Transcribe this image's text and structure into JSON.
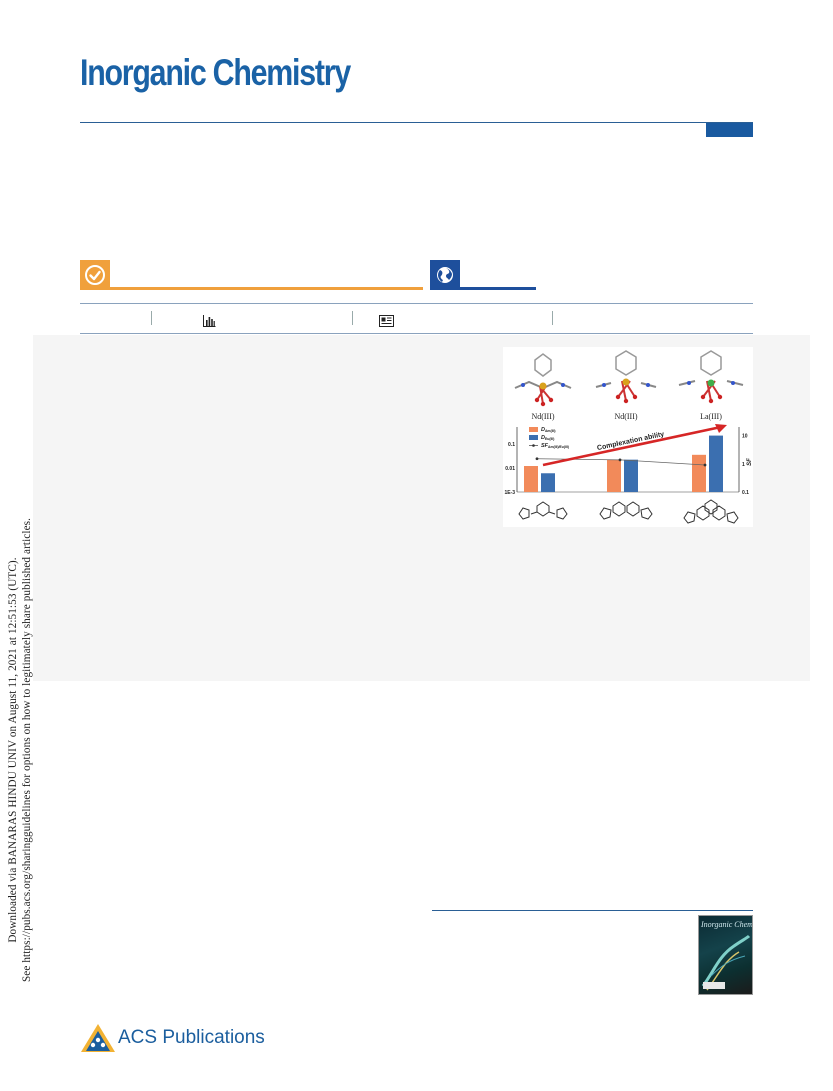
{
  "journal": {
    "title": "Inorganic Chemistry"
  },
  "side_note": {
    "line1": "Downloaded via BANARAS HINDU UNIV on August 11, 2021 at 12:51:53 (UTC).",
    "line2": "See https://pubs.acs.org/sharingguidelines for options on how to legitimately share published articles."
  },
  "icons": {
    "open_access": "checkmark-icon",
    "global": "globe-icon",
    "metrics": "bar-chart-icon",
    "article": "article-icon"
  },
  "colors": {
    "brand_blue": "#1a62a6",
    "accent_orange": "#f0a03c",
    "accent_blue": "#1e4f9c"
  },
  "toc_graphic": {
    "complex_labels": [
      "Nd(III)",
      "Nd(III)",
      "La(III)"
    ],
    "arrow_label": "Complexation ability",
    "right_axis_label": "SF",
    "left_ticks": [
      "0.1",
      "0.01",
      "1E-3"
    ],
    "right_ticks": [
      "10",
      "1",
      "0.1"
    ],
    "legend": [
      {
        "symbol": "D",
        "sub": "Am(III)",
        "color": "#f28a5a"
      },
      {
        "symbol": "D",
        "sub": "Eu(III)",
        "color": "#3b6fb0"
      },
      {
        "symbol": "SF",
        "sub": "Am(III)/Eu(III)",
        "color": "#555555"
      }
    ]
  },
  "chart_data": {
    "type": "bar",
    "categories": [
      "Nd(III)",
      "Nd(III)",
      "La(III)"
    ],
    "series": [
      {
        "name": "D Am(III)",
        "values": [
          0.012,
          0.022,
          0.035
        ]
      },
      {
        "name": "D Eu(III)",
        "values": [
          0.006,
          0.022,
          0.22
        ]
      }
    ],
    "line_series": {
      "name": "SF Am(III)/Eu(III)",
      "values": [
        2.0,
        1.8,
        1.1
      ]
    },
    "ylabel": "",
    "y2label": "SF",
    "yscale": "log",
    "ylim": [
      0.001,
      0.5
    ],
    "y2lim": [
      0.1,
      20
    ],
    "annotation": "Complexation ability"
  },
  "cover": {
    "title": "Inorganic Chemistry"
  },
  "publisher": {
    "name": "ACS Publications"
  }
}
